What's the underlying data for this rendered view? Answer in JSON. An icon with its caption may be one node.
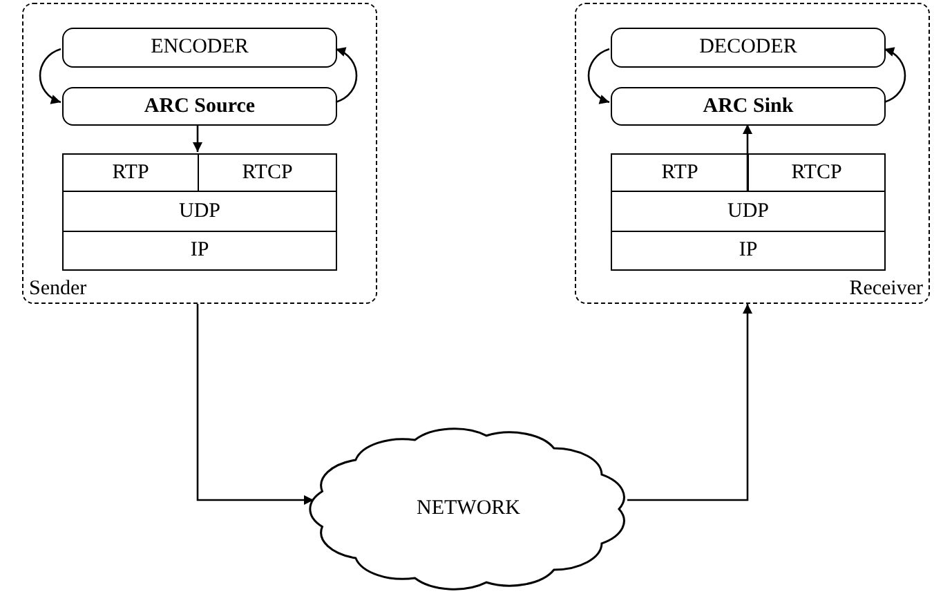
{
  "diagram": {
    "nodes": [
      {
        "text": [
          "Sender"
        ]
      },
      {
        "text": [
          "ENCODER"
        ],
        "in": 0
      },
      {
        "text": [
          "ARC Source"
        ],
        "in": 0
      },
      {
        "text": [
          "RTP"
        ],
        "in": 0
      },
      {
        "text": [
          "RTCP"
        ],
        "in": 0
      },
      {
        "text": [
          "UDP"
        ],
        "in": 0
      },
      {
        "text": [
          "IP"
        ],
        "in": 0
      },
      {
        "text": [
          "Receiver"
        ]
      },
      {
        "text": [
          "DECODER"
        ],
        "in": 7
      },
      {
        "text": [
          "ARC Sink"
        ],
        "in": 7
      },
      {
        "text": [
          "RTP"
        ],
        "in": 7
      },
      {
        "text": [
          "RTCP"
        ],
        "in": 7
      },
      {
        "text": [
          "UDP"
        ],
        "in": 7
      },
      {
        "text": [
          "IP"
        ],
        "in": 7
      },
      {
        "text": [
          "NETWORK"
        ]
      }
    ],
    "edges": [
      {
        "from": 1,
        "to": 2,
        "arrow": "to"
      },
      {
        "from": 2,
        "to": 1,
        "arrow": "to"
      },
      {
        "from": 2,
        "to": 3,
        "arrow": "to"
      },
      {
        "from": 8,
        "to": 9,
        "arrow": "to"
      },
      {
        "from": 9,
        "to": 8,
        "arrow": "to"
      },
      {
        "from": 10,
        "to": 9,
        "arrow": "to"
      },
      {
        "from": 0,
        "to": 14,
        "arrow": "to"
      },
      {
        "from": 14,
        "to": 7,
        "arrow": "to"
      }
    ]
  }
}
